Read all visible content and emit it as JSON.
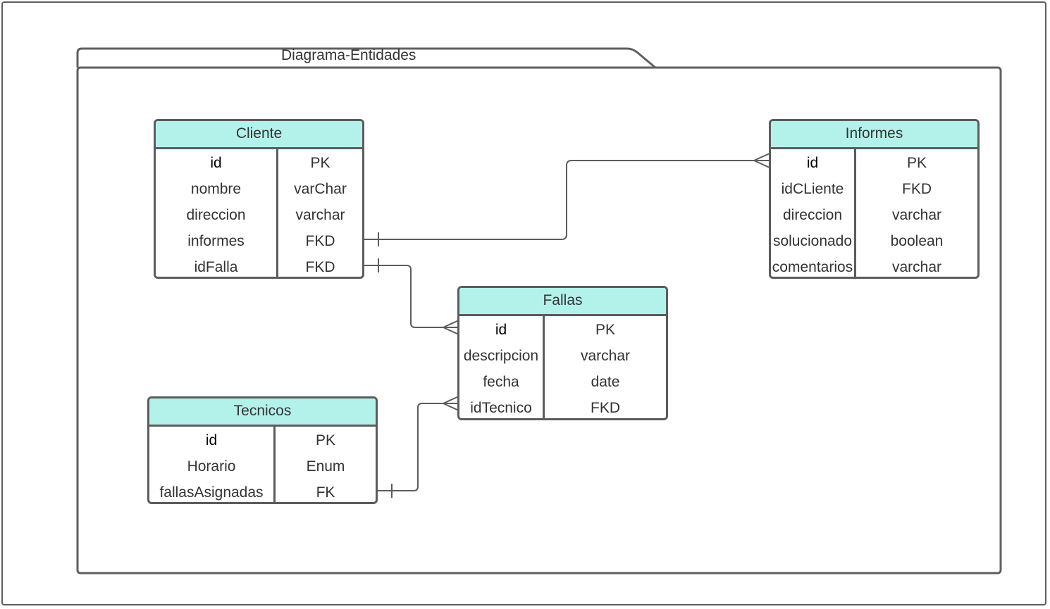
{
  "diagram": {
    "title": "Diagrama-Entidades",
    "colors": {
      "header_fill": "#b3f2ea",
      "stroke": "#5c5c5c",
      "text": "#333333"
    },
    "entities": {
      "cliente": {
        "name": "Cliente",
        "fields": [
          {
            "name": "id",
            "type": "PK"
          },
          {
            "name": "nombre",
            "type": "varChar"
          },
          {
            "name": "direccion",
            "type": "varchar"
          },
          {
            "name": "informes",
            "type": "FKD"
          },
          {
            "name": "idFalla",
            "type": "FKD"
          }
        ]
      },
      "informes": {
        "name": "Informes",
        "fields": [
          {
            "name": "id",
            "type": "PK"
          },
          {
            "name": "idCLiente",
            "type": "FKD"
          },
          {
            "name": "direccion",
            "type": "varchar"
          },
          {
            "name": "solucionado",
            "type": "boolean"
          },
          {
            "name": "comentarios",
            "type": "varchar"
          }
        ]
      },
      "fallas": {
        "name": "Fallas",
        "fields": [
          {
            "name": "id",
            "type": "PK"
          },
          {
            "name": "descripcion",
            "type": "varchar"
          },
          {
            "name": "fecha",
            "type": "date"
          },
          {
            "name": "idTecnico",
            "type": "FKD"
          }
        ]
      },
      "tecnicos": {
        "name": "Tecnicos",
        "fields": [
          {
            "name": "id",
            "type": "PK"
          },
          {
            "name": "Horario",
            "type": "Enum"
          },
          {
            "name": "fallasAsignadas",
            "type": "FK"
          }
        ]
      }
    },
    "relationships": [
      {
        "from": "Cliente.informes",
        "to": "Informes.id",
        "from_end": "one",
        "to_end": "many"
      },
      {
        "from": "Cliente.idFalla",
        "to": "Fallas.id",
        "from_end": "one",
        "to_end": "many"
      },
      {
        "from": "Tecnicos.fallasAsignadas",
        "to": "Fallas.idTecnico",
        "from_end": "one",
        "to_end": "many"
      }
    ]
  }
}
